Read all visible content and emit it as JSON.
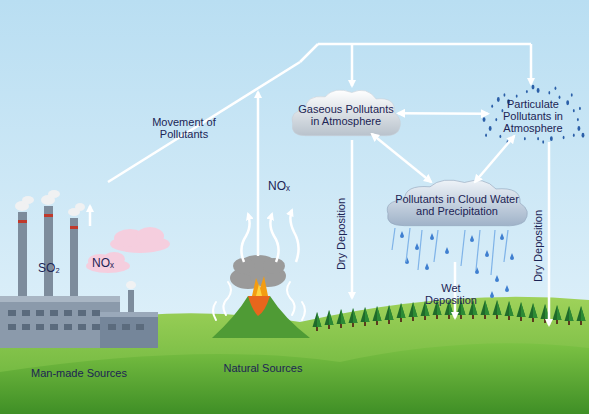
{
  "diagram": {
    "nodes": [
      {
        "text": [
          "Gaseous Pollutants in Atmosphere"
        ]
      },
      {
        "text": [
          "Particulate Pollutants in Atmosphere"
        ]
      },
      {
        "text": [
          "Pollutants in Cloud Water and Precipitation"
        ]
      }
    ],
    "edges": [
      {
        "from": 0,
        "to": 1,
        "arrow": "both"
      },
      {
        "from": 0,
        "to": 2,
        "arrow": "both"
      },
      {
        "from": 1,
        "to": 2,
        "arrow": "both"
      }
    ],
    "labels": [
      "Movement of Pollutants",
      "SO₂",
      "NOₓ",
      "NOₓ",
      "Dry Deposition",
      "Dry Deposition",
      "Wet Deposition",
      "Man-made Sources",
      "Natural Sources"
    ]
  }
}
